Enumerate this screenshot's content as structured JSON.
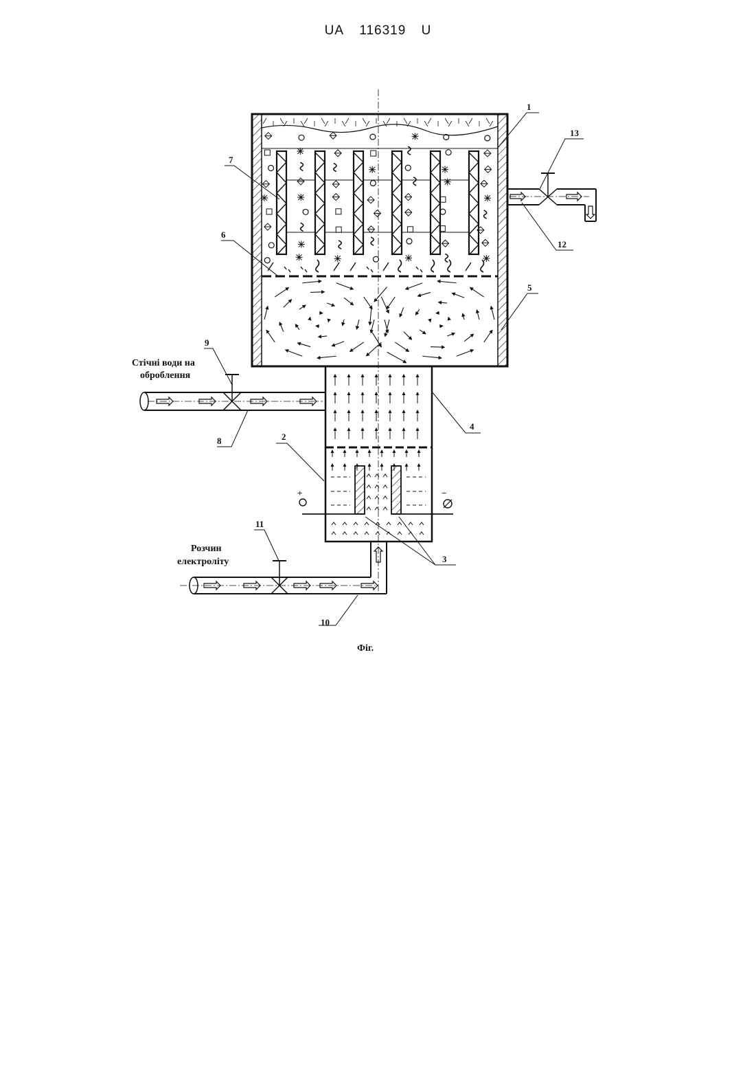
{
  "header": {
    "country": "UA",
    "number": "116319",
    "kind": "U"
  },
  "figure": {
    "caption": "Фіг.",
    "inlet_label_line1": "Стічні води на",
    "inlet_label_line2": "оброблення",
    "electrolyte_label_line1": "Розчин",
    "electrolyte_label_line2": "електроліту",
    "plus_sign": "+",
    "minus_sign": "−",
    "callouts": [
      "1",
      "2",
      "3",
      "4",
      "5",
      "6",
      "7",
      "8",
      "9",
      "10",
      "11",
      "12",
      "13"
    ]
  },
  "colors": {
    "ink": "#111111",
    "background": "#ffffff"
  }
}
